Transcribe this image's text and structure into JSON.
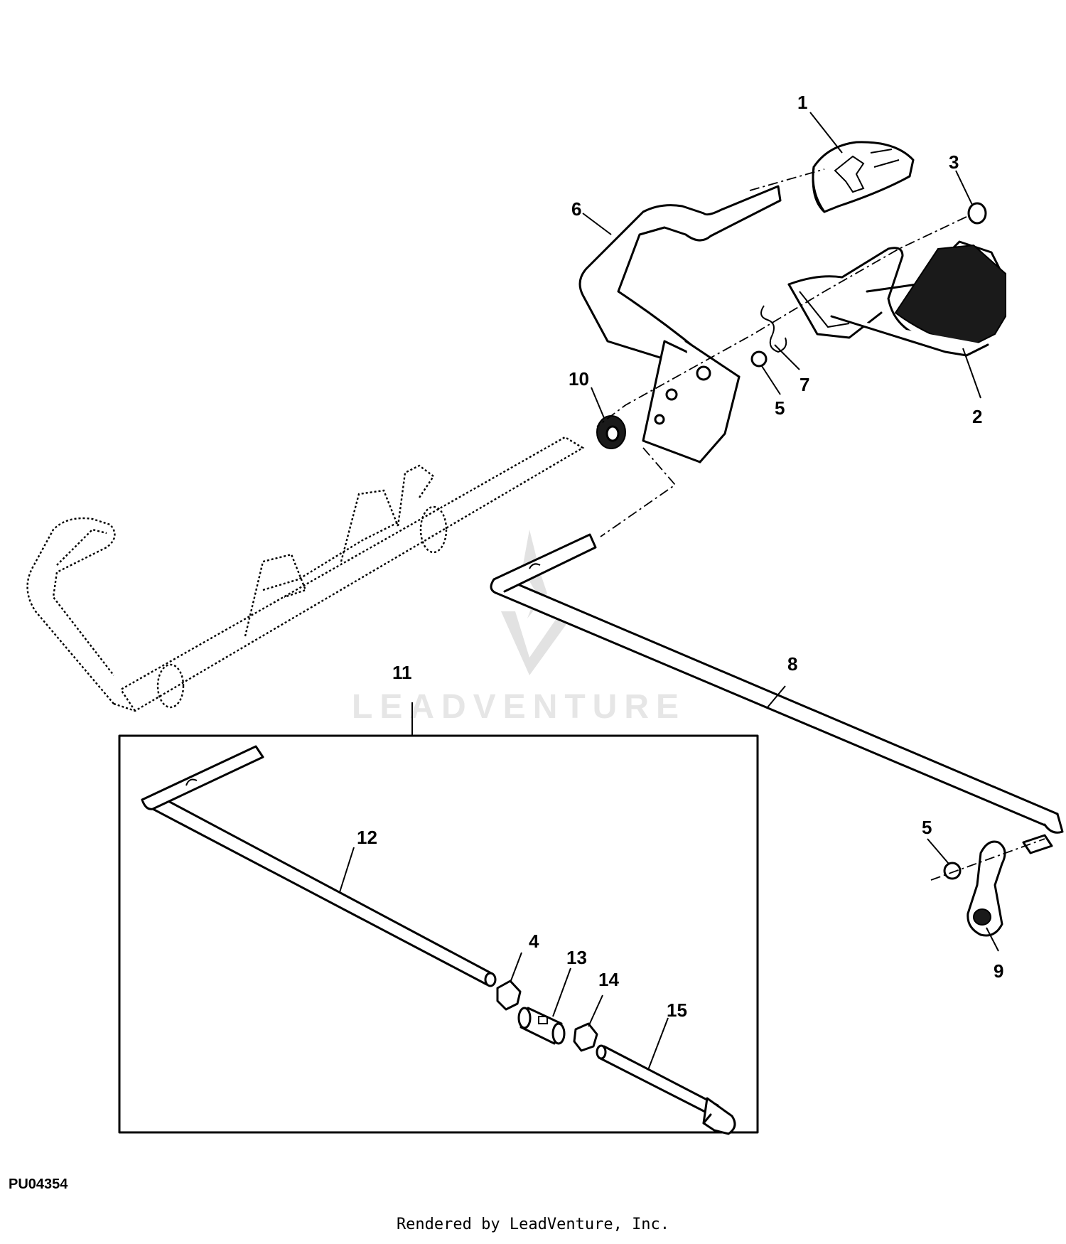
{
  "diagram": {
    "figure_id": "PU04354",
    "footer": "Rendered by LeadVenture, Inc.",
    "watermark": "LEADVENTURE",
    "callouts": [
      "1",
      "2",
      "3",
      "4",
      "5",
      "5",
      "6",
      "7",
      "8",
      "9",
      "10",
      "11",
      "12",
      "13",
      "14",
      "15"
    ]
  }
}
